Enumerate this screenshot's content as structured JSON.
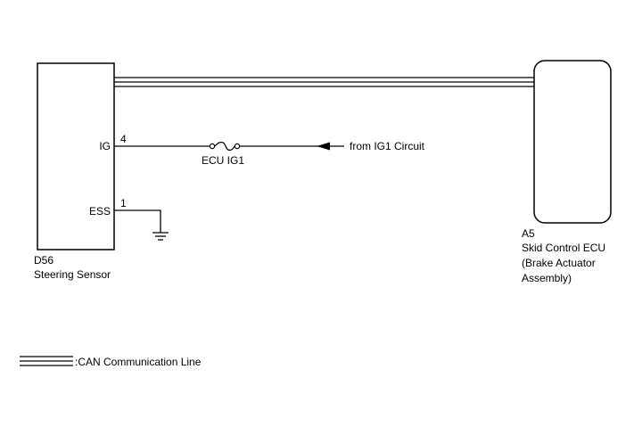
{
  "components": {
    "steering_sensor": {
      "code": "D56",
      "name": "Steering Sensor",
      "pins": [
        {
          "number": "4",
          "label": "IG"
        },
        {
          "number": "1",
          "label": "ESS"
        }
      ]
    },
    "skid_control_ecu": {
      "code": "A5",
      "name_lines": [
        "Skid Control ECU",
        "(Brake Actuator",
        "Assembly)"
      ]
    }
  },
  "fuse": {
    "label": "ECU IG1"
  },
  "source": {
    "label": "from IG1 Circuit"
  },
  "legend": {
    "label": ":CAN Communication Line"
  }
}
